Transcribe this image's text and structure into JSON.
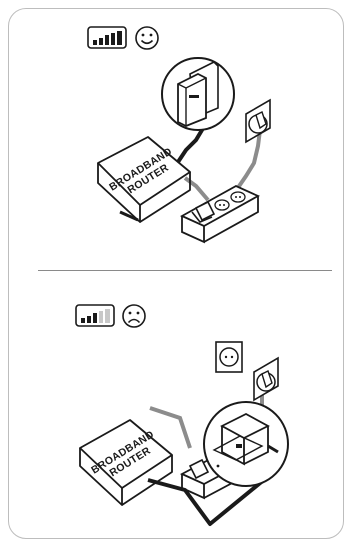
{
  "panels": [
    {
      "router_label_line1": "BROADBAND",
      "router_label_line2": "ROUTER",
      "signal_icon": "signal-strength-full-icon",
      "face_icon": "smiley-happy-icon",
      "signal_bars_filled": 5,
      "signal_bars_total": 5
    },
    {
      "router_label_line1": "BROADBAND",
      "router_label_line2": "ROUTER",
      "signal_icon": "signal-strength-low-icon",
      "face_icon": "smiley-sad-icon",
      "signal_bars_filled": 3,
      "signal_bars_total": 5
    }
  ],
  "colors": {
    "line": "#1a1a1a",
    "cable_gray": "#8c8c8c",
    "bar_empty": "#c8c8c8",
    "frame": "#bdbdbd"
  }
}
